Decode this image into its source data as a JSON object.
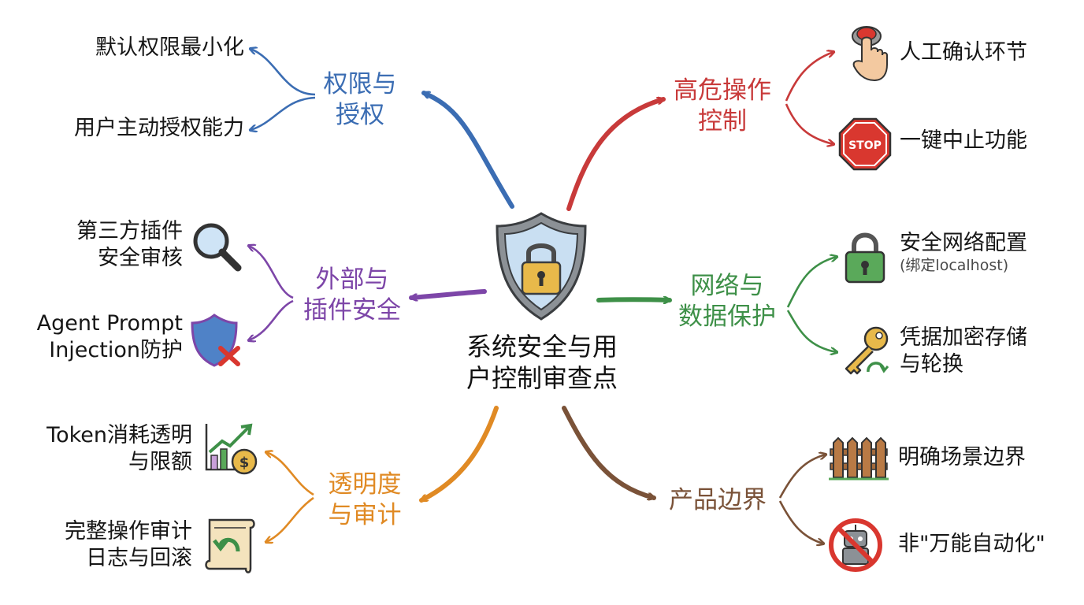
{
  "center": {
    "title_line1": "系统安全与用",
    "title_line2": "户控制审查点",
    "icon": "shield-lock-icon"
  },
  "branches": {
    "permissions": {
      "line1": "权限与",
      "line2": "授权",
      "color": "#3b6db3",
      "leaves": [
        "默认权限最小化",
        "用户主动授权能力"
      ]
    },
    "high_risk": {
      "line1": "高危操作",
      "line2": "控制",
      "color": "#c83a3a",
      "leaves": [
        {
          "text": "人工确认环节",
          "icon": "hand-press-button-icon"
        },
        {
          "text": "一键中止功能",
          "icon": "stop-sign-icon",
          "icon_text": "STOP"
        }
      ]
    },
    "plugins": {
      "line1": "外部与",
      "line2": "插件安全",
      "color": "#7d46a8",
      "leaves": [
        {
          "line1": "第三方插件",
          "line2": "安全审核",
          "icon": "magnifier-icon"
        },
        {
          "line1": "Agent Prompt",
          "line2": "Injection防护",
          "icon": "shield-x-icon"
        }
      ]
    },
    "network": {
      "line1": "网络与",
      "line2": "数据保护",
      "color": "#3e9048",
      "leaves": [
        {
          "line1": "安全网络配置",
          "sub": "(绑定localhost)",
          "icon": "padlock-icon"
        },
        {
          "line1": "凭据加密存储",
          "line2": "与轮换",
          "icon": "key-rotate-icon"
        }
      ]
    },
    "transparency": {
      "line1": "透明度",
      "line2": "与审计",
      "color": "#e08a24",
      "leaves": [
        {
          "line1": "Token消耗透明",
          "line2": "与限额",
          "icon": "chart-coin-icon",
          "coin": "$"
        },
        {
          "line1": "完整操作审计",
          "line2": "日志与回滚",
          "icon": "scroll-undo-icon"
        }
      ]
    },
    "product": {
      "line1": "产品边界",
      "color": "#7a5238",
      "leaves": [
        {
          "text": "明确场景边界",
          "icon": "fence-icon"
        },
        {
          "text": "非\"万能自动化\"",
          "icon": "no-robot-icon"
        }
      ]
    }
  }
}
